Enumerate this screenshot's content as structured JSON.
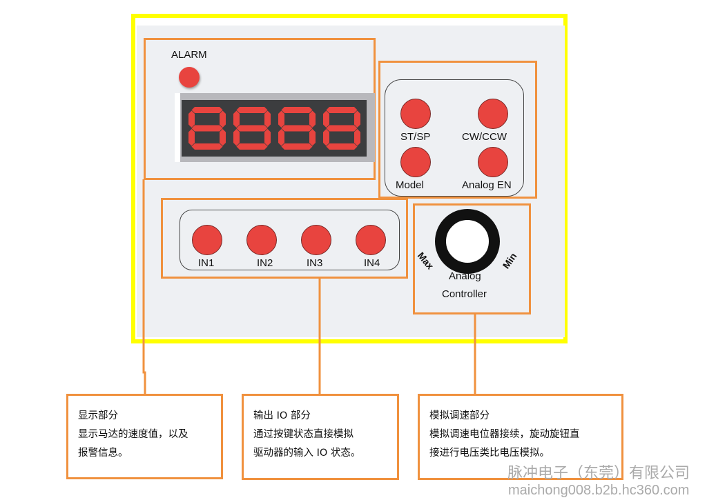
{
  "display": {
    "alarm_label": "ALARM",
    "digits": 4
  },
  "buttons": {
    "st_sp": "ST/SP",
    "cw_ccw": "CW/CCW",
    "model": "Model",
    "analog_en": "Analog EN"
  },
  "inputs": [
    "IN1",
    "IN2",
    "IN3",
    "IN4"
  ],
  "knob": {
    "max": "Max",
    "min": "Min",
    "line1": "Analog",
    "line2": "Controller"
  },
  "notes": [
    {
      "title": "显示部分",
      "lines": [
        "显示马达的速度值，以及",
        "报警信息。"
      ]
    },
    {
      "title": "输出 IO 部分",
      "lines": [
        "通过按键状态直接模拟",
        "驱动器的输入 IO 状态。"
      ]
    },
    {
      "title": "模拟调速部分",
      "lines": [
        "模拟调速电位器接续，旋动旋钮直",
        "接进行电压类比电压模拟。"
      ]
    }
  ],
  "watermark": {
    "company": "脉冲电子（东莞）有限公司",
    "url": "maichong008.b2b.hc360.com"
  },
  "colors": {
    "accent": "#f0913e",
    "led": "#e8443f",
    "frame": "#ffff00"
  }
}
